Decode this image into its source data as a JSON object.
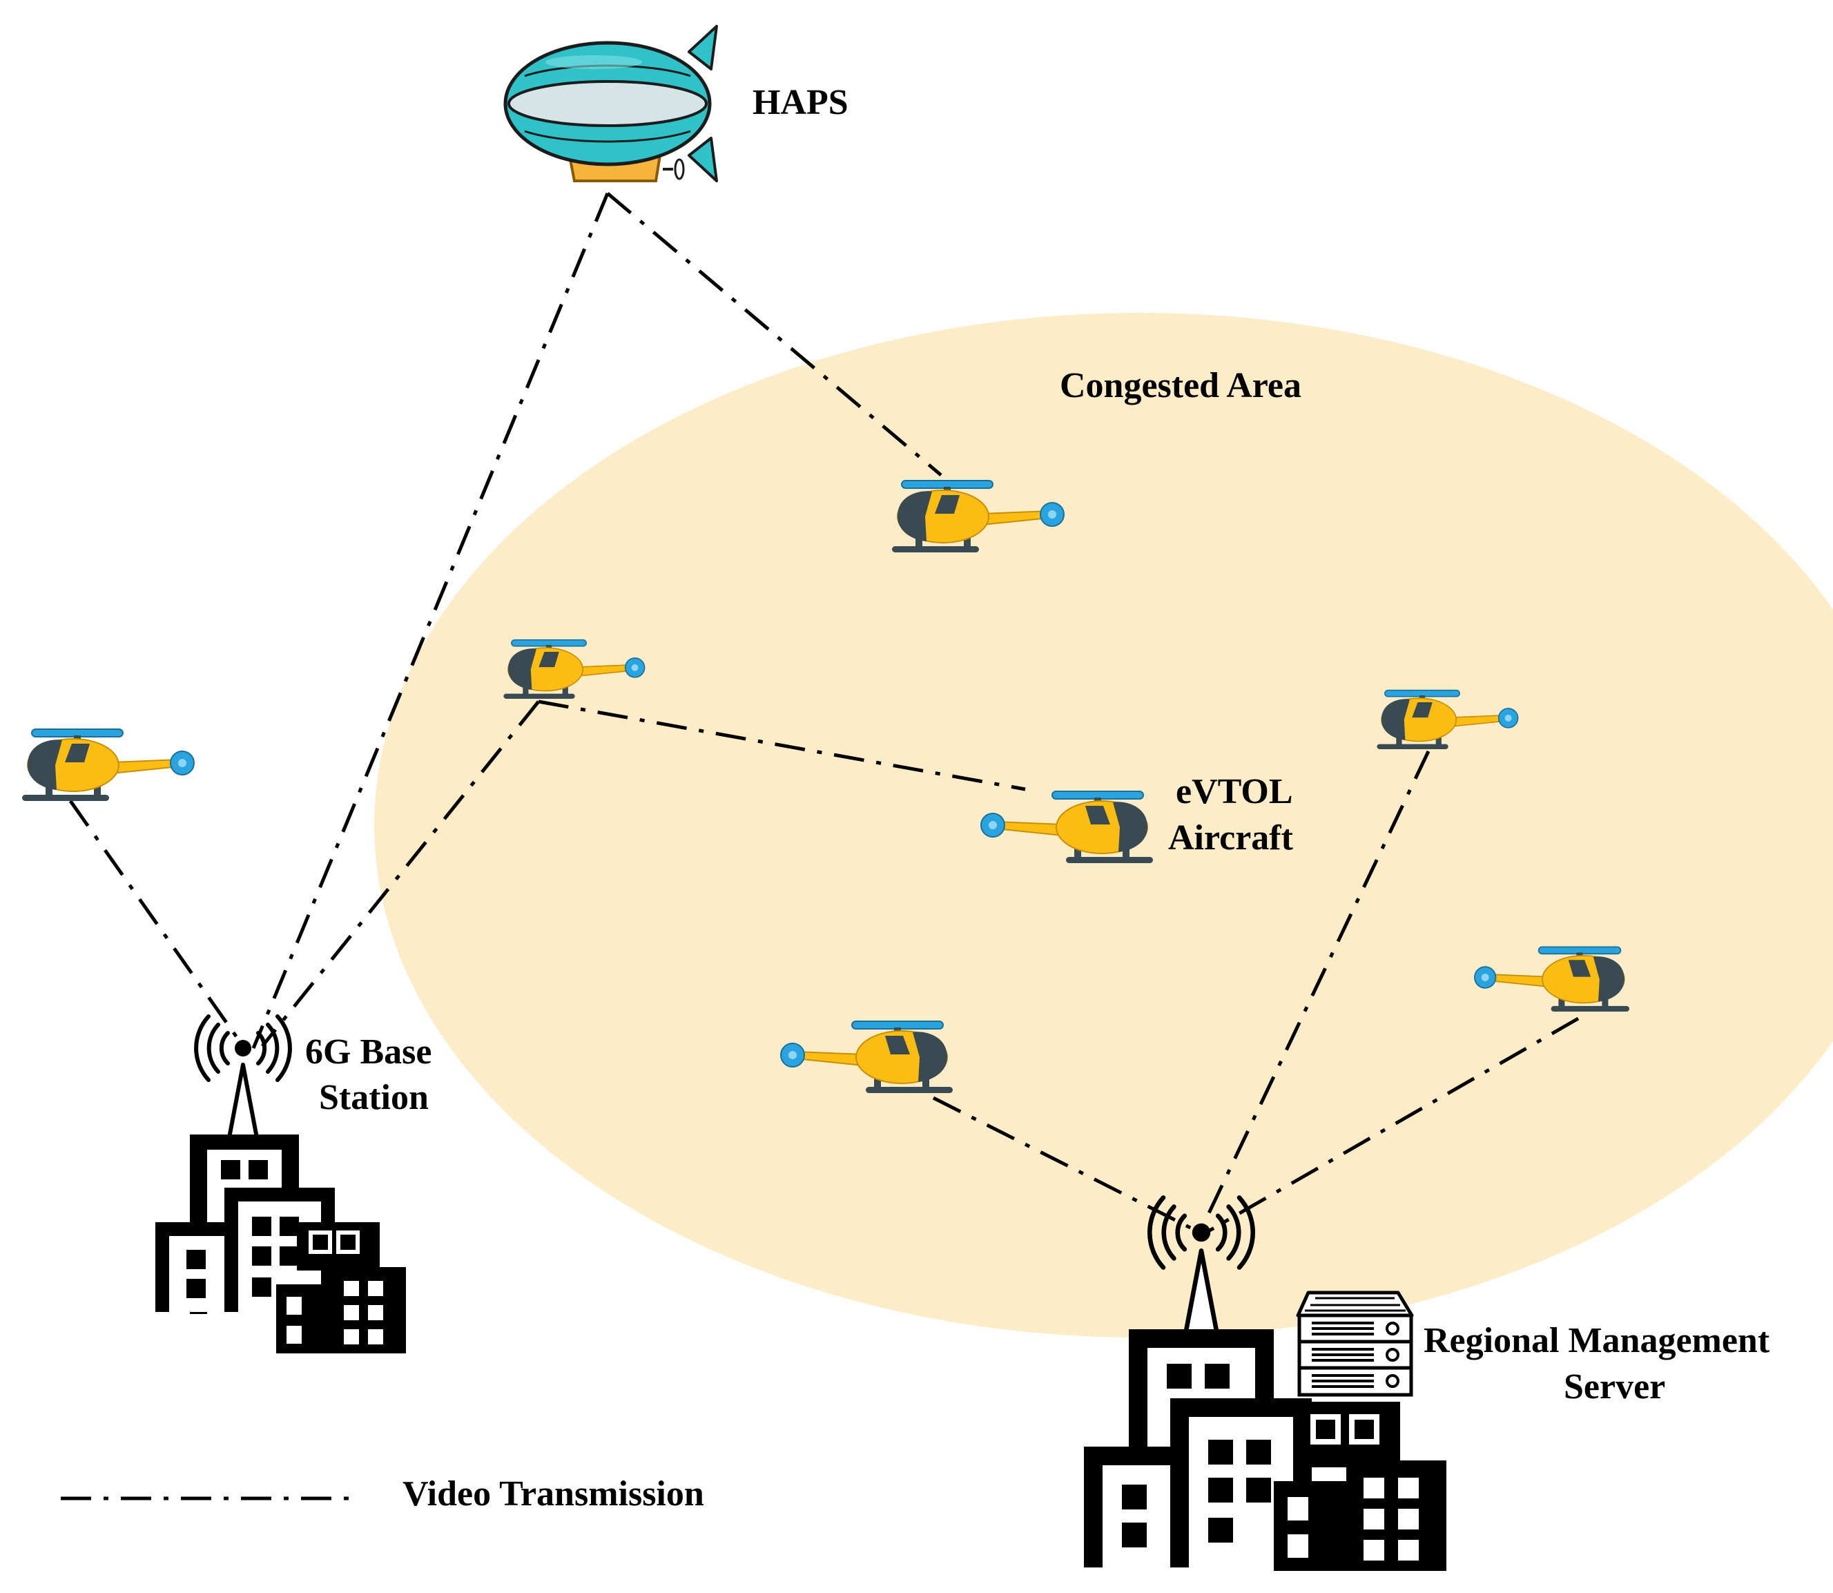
{
  "labels": {
    "haps": "HAPS",
    "congested_area": "Congested Area",
    "evtol_line1": "eVTOL",
    "evtol_line2": "Aircraft",
    "base_station_line1": "6G Base",
    "base_station_line2": "Station",
    "server_line1": "Regional Management",
    "server_line2": "Server"
  },
  "legend": {
    "video_transmission": "Video Transmission"
  },
  "colors": {
    "congested_area_fill": "#fcecc8",
    "helicopter_body": "#fbbd12",
    "helicopter_rotor": "#2aa4e0",
    "helicopter_dark": "#3a4a52",
    "haps_envelope": "#2fc3c9",
    "haps_band": "#d5e4e6",
    "haps_gondola": "#f6b53a",
    "link_line": "#000000"
  },
  "icons": {
    "haps": "airship-icon",
    "aircraft": "evtol-helicopter-icon",
    "tower": "antenna-tower-icon",
    "buildings": "city-buildings-icon",
    "server": "server-rack-icon"
  }
}
